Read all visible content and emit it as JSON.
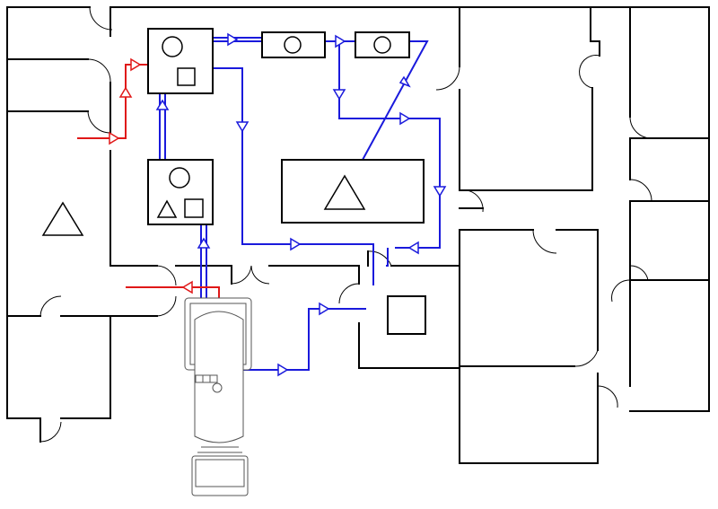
{
  "colors": {
    "wall": "#000000",
    "supply_line": "#1a1adc",
    "alert_line": "#e01818",
    "background": "#ffffff",
    "vehicle": "#555555"
  },
  "icons": [
    "circle-symbol",
    "square-symbol",
    "triangle-symbol",
    "flow-arrow"
  ]
}
